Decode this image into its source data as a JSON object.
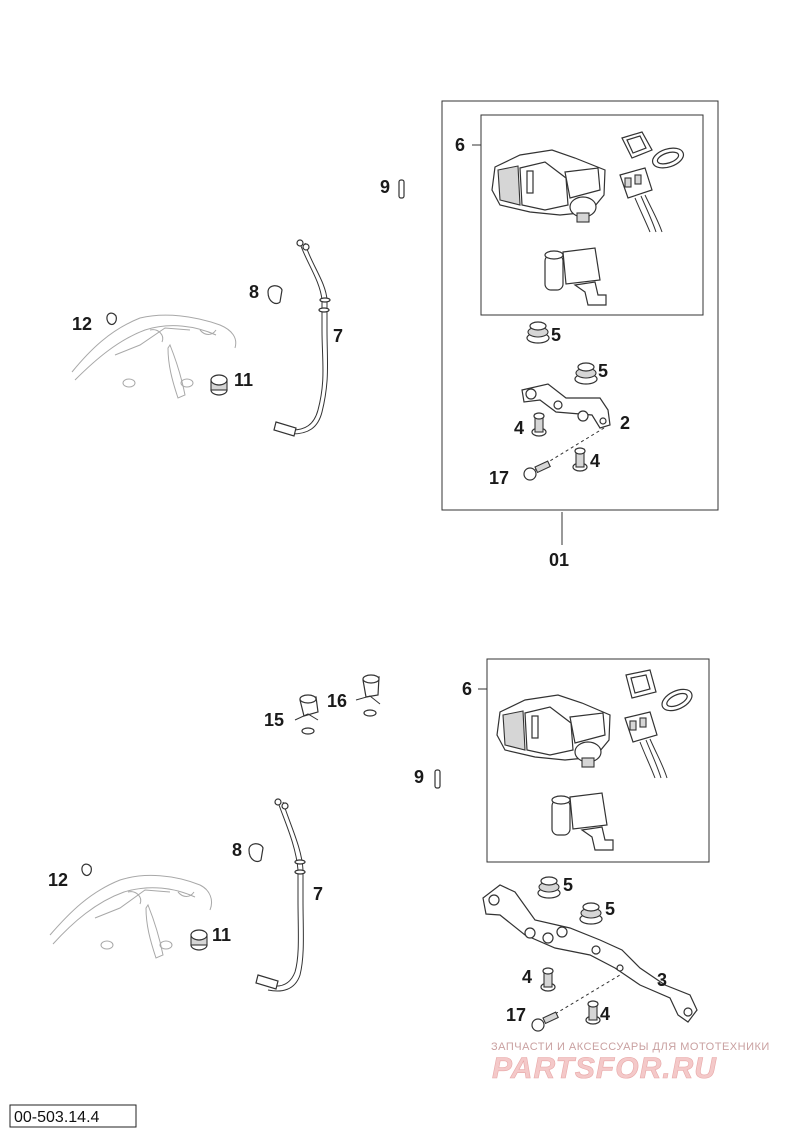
{
  "ref_code": "00-503.14.4",
  "watermark": {
    "tagline": "ЗАПЧАСТИ И АКСЕССУАРЫ ДЛЯ МОТОТЕХНИКИ",
    "site": "PARTSFOR.RU"
  },
  "top_assembly": {
    "labels": {
      "l6": "6",
      "l9": "9",
      "l8": "8",
      "l7": "7",
      "l12": "12",
      "l11": "11",
      "l5a": "5",
      "l5b": "5",
      "l4a": "4",
      "l2": "2",
      "l17": "17",
      "l4b": "4",
      "l01": "01"
    }
  },
  "bottom_assembly": {
    "labels": {
      "l6": "6",
      "l15": "15",
      "l16": "16",
      "l9": "9",
      "l8": "8",
      "l7": "7",
      "l12": "12",
      "l11": "11",
      "l5a": "5",
      "l5b": "5",
      "l4a": "4",
      "l3": "3",
      "l17": "17",
      "l4b": "4"
    }
  }
}
